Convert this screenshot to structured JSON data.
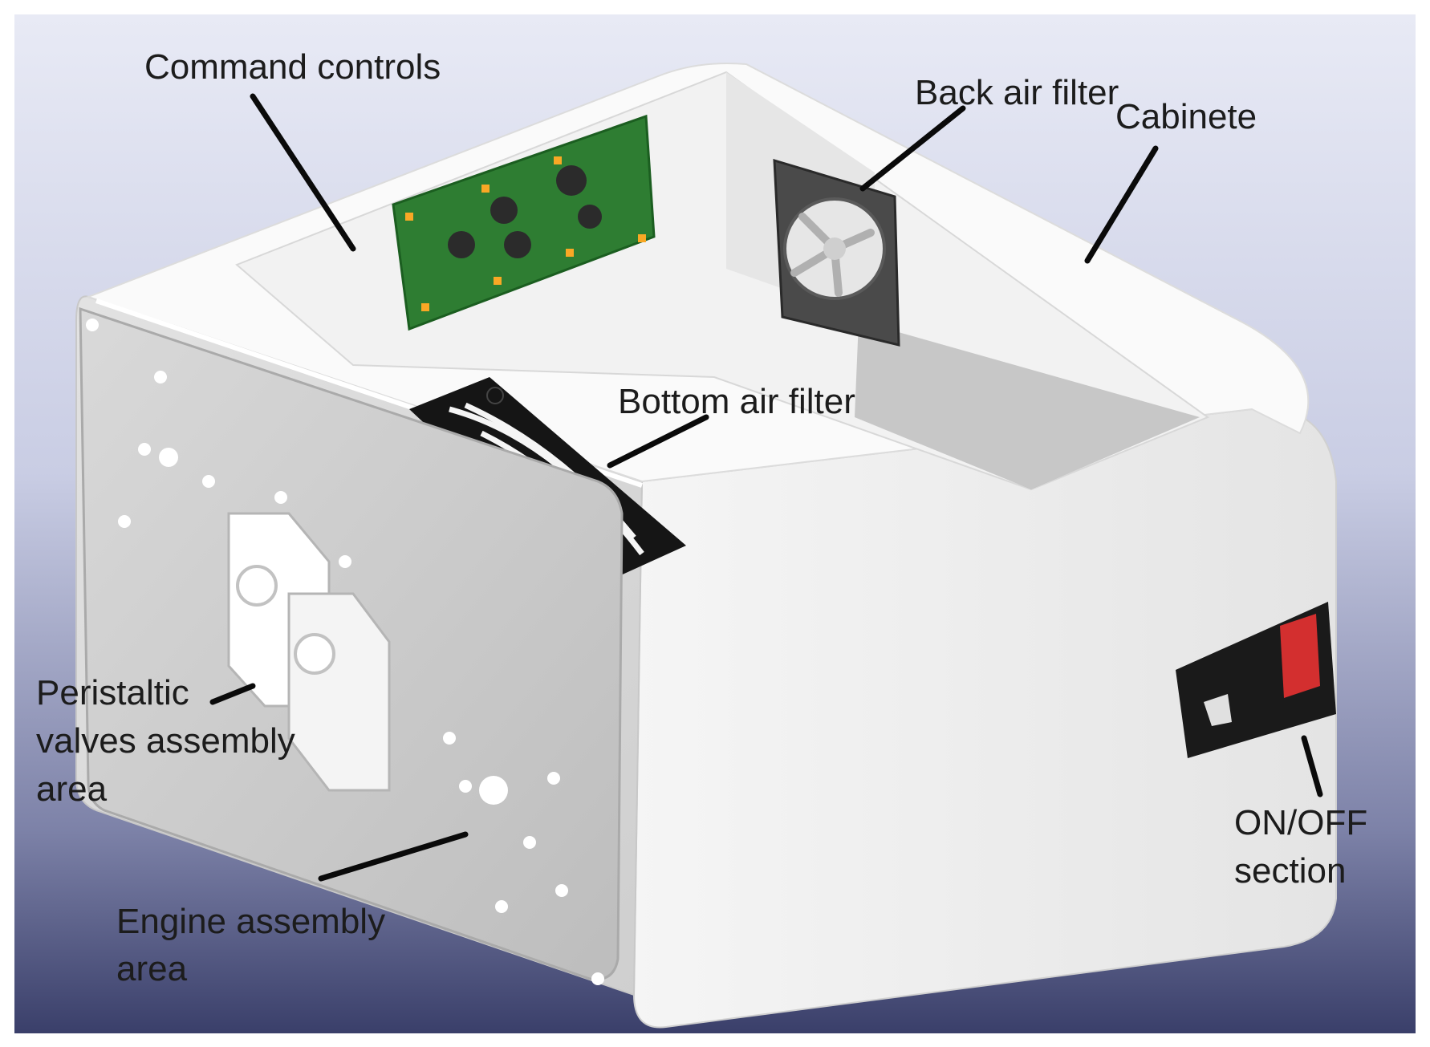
{
  "labels": {
    "command_controls": "Command controls",
    "back_air_filter": "Back air filter",
    "cabinete": "Cabinete",
    "bottom_air_filter": "Bottom air filter",
    "peristaltic_line1": "Peristaltic",
    "peristaltic_line2": "valves assembly",
    "peristaltic_line3": "area",
    "engine_line1": "Engine assembly",
    "engine_line2": "area",
    "onoff_line1": "ON/OFF",
    "onoff_line2": "section"
  },
  "colors": {
    "background_top": "#dcdff0",
    "background_bottom": "#3a3f6a",
    "cabinet_white": "#f7f7f7",
    "pcb_green": "#2e7d32",
    "switch_red": "#d32f2f",
    "leader_line": "#0a0a0a"
  }
}
